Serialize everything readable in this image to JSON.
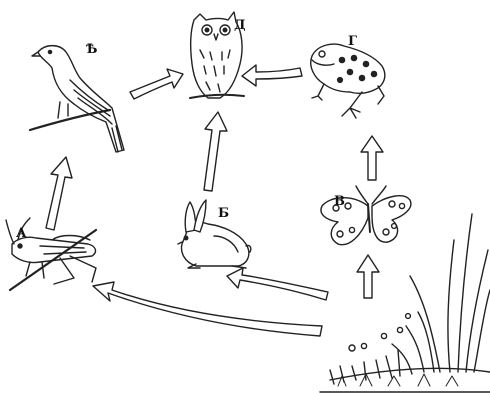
{
  "diagram": {
    "labels": {
      "grasshopper": "А",
      "rabbit": "Б",
      "butterfly": "В",
      "frog": "Г",
      "owl": "Д",
      "bird": "Ѣ"
    },
    "organisms": [
      {
        "id": "grasshopper",
        "icon": "grasshopper-icon",
        "crossed_out": true
      },
      {
        "id": "bird",
        "icon": "bird-icon"
      },
      {
        "id": "owl",
        "icon": "owl-icon"
      },
      {
        "id": "frog",
        "icon": "frog-icon"
      },
      {
        "id": "butterfly",
        "icon": "butterfly-icon"
      },
      {
        "id": "rabbit",
        "icon": "rabbit-icon"
      },
      {
        "id": "grass",
        "icon": "grass-icon"
      }
    ],
    "arrows": [
      {
        "from": "grass",
        "to": "grasshopper"
      },
      {
        "from": "grass",
        "to": "rabbit"
      },
      {
        "from": "grass",
        "to": "butterfly"
      },
      {
        "from": "grasshopper",
        "to": "bird"
      },
      {
        "from": "bird",
        "to": "owl"
      },
      {
        "from": "rabbit",
        "to": "owl"
      },
      {
        "from": "butterfly",
        "to": "frog"
      },
      {
        "from": "frog",
        "to": "owl"
      }
    ]
  }
}
